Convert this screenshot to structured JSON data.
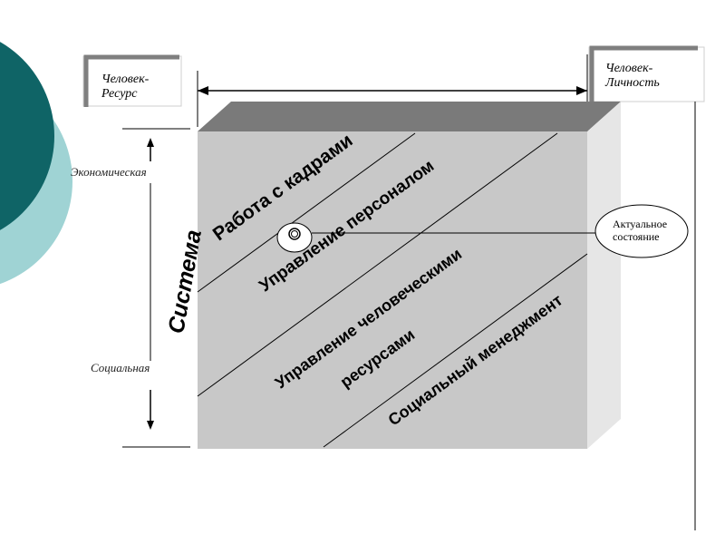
{
  "corners": {
    "left": "Человек-\nРесурс",
    "right": "Человек-\nЛичность"
  },
  "axis": {
    "top": "Экономическая",
    "bottom": "Социальная",
    "title": "Система"
  },
  "bands": [
    "Работа с кадрами",
    "Управление персоналом",
    "Управление человеческими",
    "ресурсами",
    "Социальный менеджмент"
  ],
  "callout": "Актуальное\nсостояние",
  "colors": {
    "teal_dark": "#0f6466",
    "teal_light": "#9fd3d4",
    "box_front": "#c8c8c8",
    "box_top": "#7a7a7a",
    "box_side": "#e6e6e6"
  }
}
